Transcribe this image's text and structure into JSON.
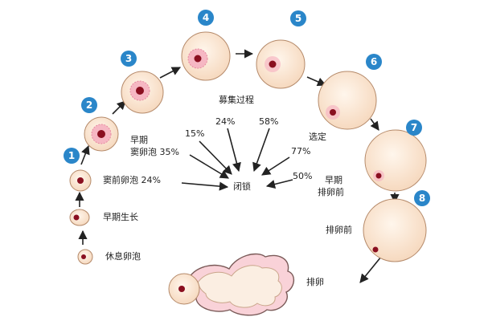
{
  "colors": {
    "badge": "#2a86c9",
    "egg_fill": "#fde9d6",
    "egg_stroke": "#b58a6a",
    "nucleus": "#8a0f20",
    "granulosa": "#f3a0b0",
    "arrow": "#222222"
  },
  "stages": [
    {
      "number": "1"
    },
    {
      "number": "2"
    },
    {
      "number": "3"
    },
    {
      "number": "4"
    },
    {
      "number": "5"
    },
    {
      "number": "6"
    },
    {
      "number": "7"
    },
    {
      "number": "8"
    }
  ],
  "labels": {
    "resting": "休息卵泡",
    "early_growth": "早期生长",
    "preantral": "窦前卵泡 24%",
    "early_antral_line1": "早期",
    "early_antral_line2": "窦卵泡 35%",
    "recruitment": "募集过程",
    "selection": "选定",
    "early_preov_line1": "早期",
    "early_preov_line2": "排卵前",
    "preovulatory": "排卵前",
    "ovulation": "排卵",
    "atresia": "闭锁"
  },
  "atresia_rates": {
    "p15": "15%",
    "p24": "24%",
    "p58": "58%",
    "p77": "77%",
    "p50": "50%"
  }
}
